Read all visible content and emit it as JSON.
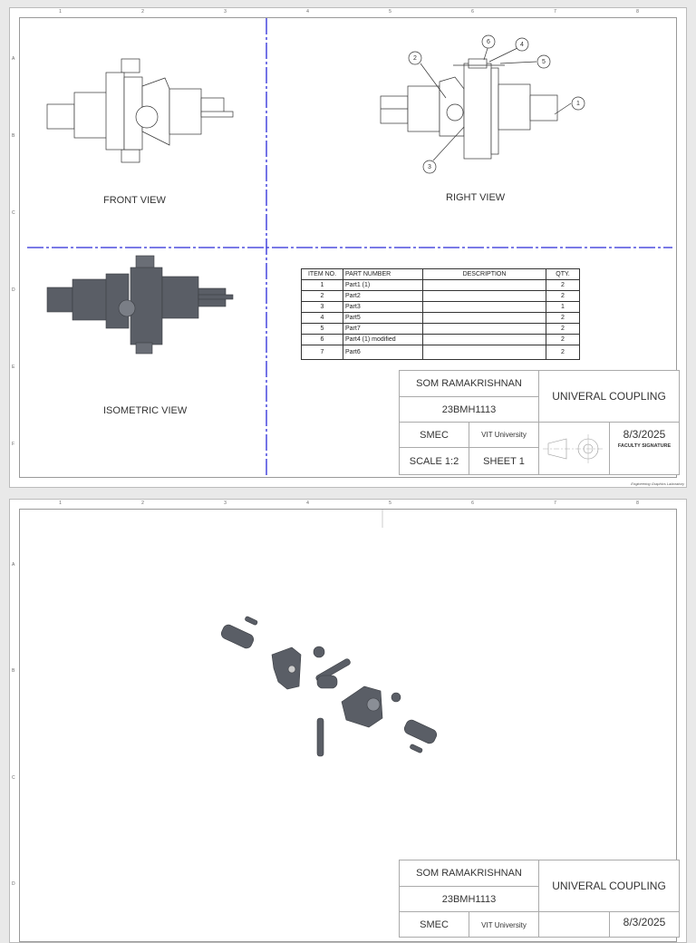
{
  "sheet1": {
    "zone_numbers": [
      "1",
      "2",
      "3",
      "4",
      "5",
      "6",
      "7",
      "8"
    ],
    "zone_letters": [
      "A",
      "B",
      "C",
      "D",
      "E",
      "F"
    ],
    "views": {
      "front": "FRONT VIEW",
      "right": "RIGHT VIEW",
      "isometric": "ISOMETRIC VIEW"
    },
    "balloons": [
      "1",
      "2",
      "3",
      "4",
      "5",
      "6"
    ],
    "bom": {
      "headers": [
        "ITEM NO.",
        "PART NUMBER",
        "DESCRIPTION",
        "QTY."
      ],
      "rows": [
        {
          "item": "1",
          "part": "Part1 (1)",
          "description": "",
          "qty": "2"
        },
        {
          "item": "2",
          "part": "Part2",
          "description": "",
          "qty": "2"
        },
        {
          "item": "3",
          "part": "Part3",
          "description": "",
          "qty": "1"
        },
        {
          "item": "4",
          "part": "Part5",
          "description": "",
          "qty": "2"
        },
        {
          "item": "5",
          "part": "Part7",
          "description": "",
          "qty": "2"
        },
        {
          "item": "6",
          "part": "Part4 (1) modified",
          "description": "",
          "qty": "2"
        },
        {
          "item": "7",
          "part": "Part6",
          "description": "",
          "qty": "2"
        }
      ]
    },
    "title_block": {
      "name": "SOM RAMAKRISHNAN",
      "reg_no": "23BMH1113",
      "title": "UNIVERAL COUPLING",
      "dept": "SMEC",
      "university": "VIT University",
      "date": "8/3/2025",
      "signature_label": "FACULTY SIGNATURE",
      "scale": "SCALE 1:2",
      "sheet": "SHEET 1",
      "lab": "Engineering Graphics Laboratory"
    }
  },
  "sheet2": {
    "zone_numbers": [
      "1",
      "2",
      "3",
      "4",
      "5",
      "6",
      "7",
      "8"
    ],
    "zone_letters": [
      "A",
      "B",
      "C",
      "D"
    ],
    "title_block": {
      "name": "SOM RAMAKRISHNAN",
      "reg_no": "23BMH1113",
      "title": "UNIVERAL COUPLING",
      "dept": "SMEC",
      "university": "VIT University",
      "date": "8/3/2025"
    }
  },
  "colors": {
    "centerline": "#2a2ad8",
    "part_shade": "#5a5e66"
  }
}
